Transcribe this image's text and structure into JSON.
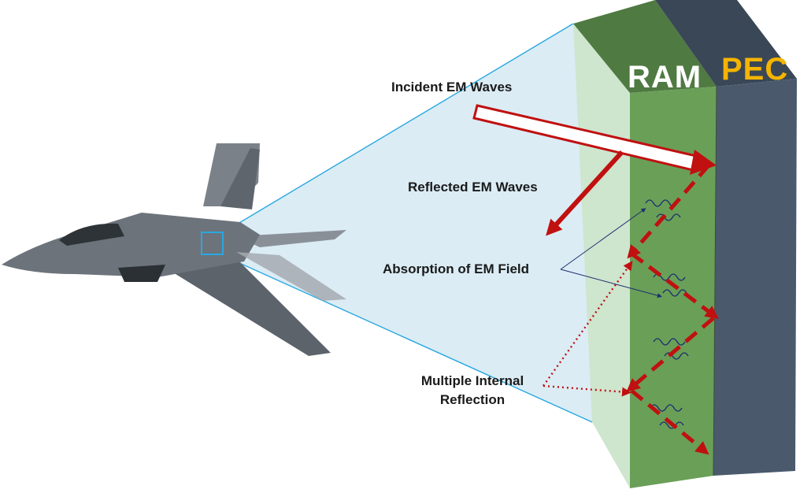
{
  "layers": {
    "ram": {
      "label": "RAM",
      "color": "#ffffff"
    },
    "pec": {
      "label": "PEC",
      "color": "#f5b400"
    }
  },
  "labels": {
    "incident": "Incident EM Waves",
    "reflected": "Reflected EM Waves",
    "absorption": "Absorption of EM Field",
    "multiple_line1": "Multiple Internal",
    "multiple_line2": "Reflection"
  },
  "colors": {
    "ram_face": "#6a9f58",
    "ram_top": "#4f7a42",
    "pec_face": "#4a5a6c",
    "pec_top": "#3a4756",
    "arrow_red": "#c01010",
    "zoom_line": "#29a8e0",
    "zoom_fill": "#cfe6f2",
    "wave_lines": "#1a2f6e",
    "aircraft": "#6c737b"
  },
  "icons": [
    "stealth-aircraft-icon",
    "zoom-square-icon"
  ]
}
